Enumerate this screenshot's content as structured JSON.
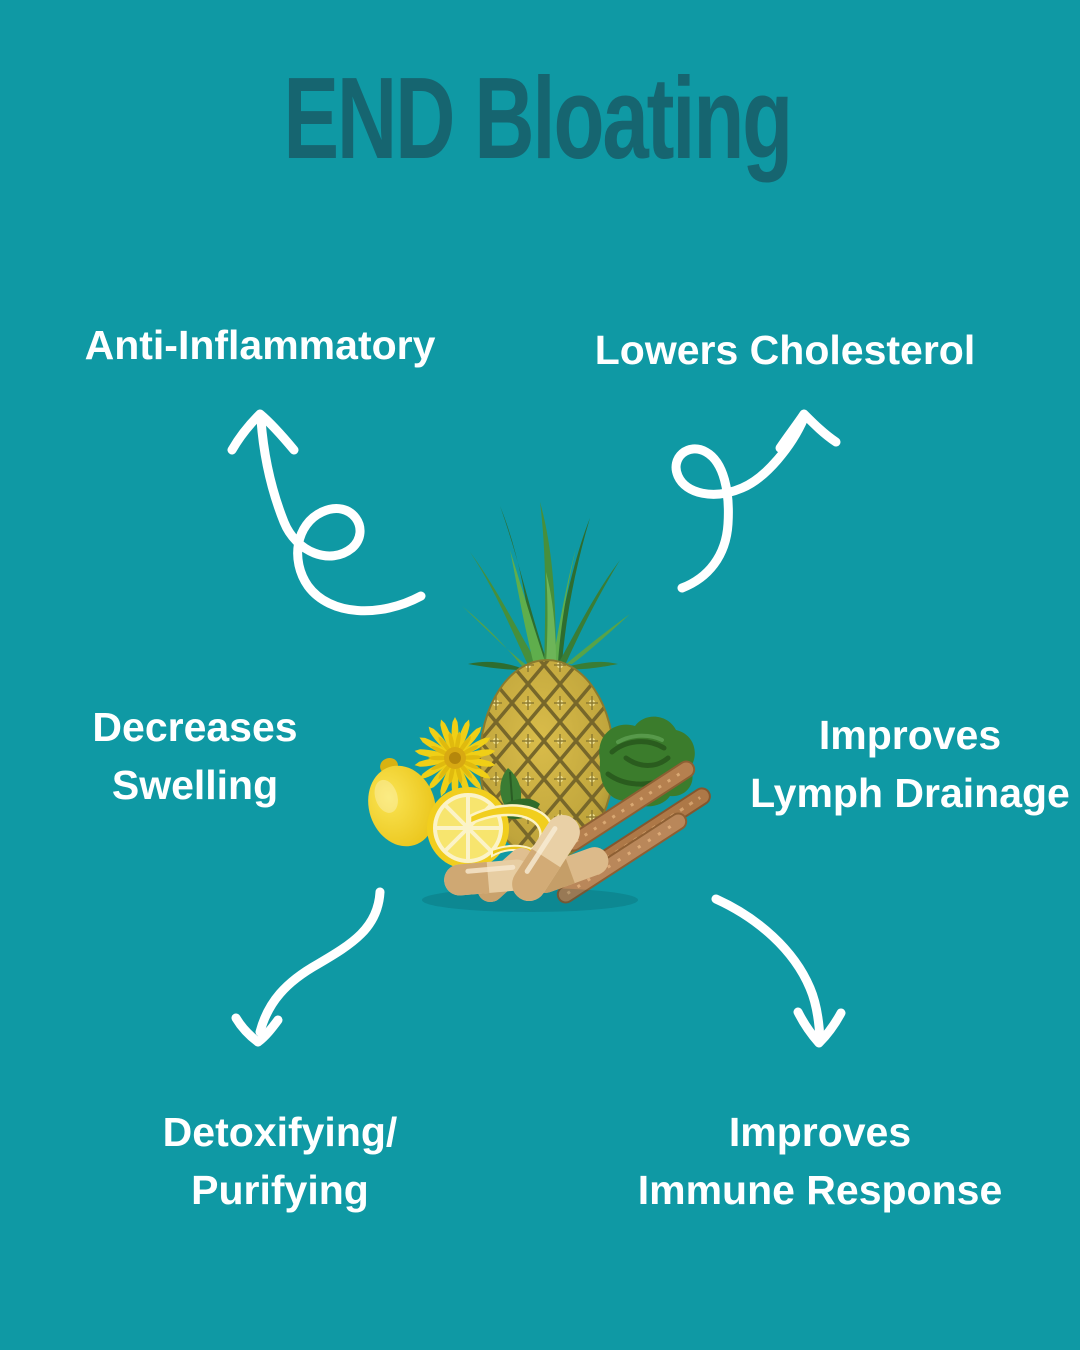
{
  "page": {
    "type": "infographic",
    "title": "END Bloating",
    "colors": {
      "background": "#0f99a4",
      "title_text": "#166570",
      "benefit_text": "#ffffff",
      "arrow": "#ffffff"
    }
  },
  "benefits": [
    {
      "label": "Anti-Inflammatory"
    },
    {
      "label": "Lowers Cholesterol"
    },
    {
      "label": "Decreases\nSwelling"
    },
    {
      "label": "Improves\nLymph Drainage"
    },
    {
      "label": "Detoxifying/\nPurifying"
    },
    {
      "label": "Improves\nImmune Response"
    }
  ],
  "illustration": {
    "icons": [
      "pineapple-icon",
      "dandelion-flower-icon",
      "lemon-icon",
      "lemon-slice-icon",
      "lemon-peel-icon",
      "seaweed-icon",
      "burdock-root-icon",
      "supplement-capsules-icon"
    ]
  },
  "arrows": [
    "curly-arrow-up-left-icon",
    "curly-arrow-up-right-icon",
    "curved-arrow-down-left-icon",
    "curved-arrow-down-right-icon"
  ]
}
